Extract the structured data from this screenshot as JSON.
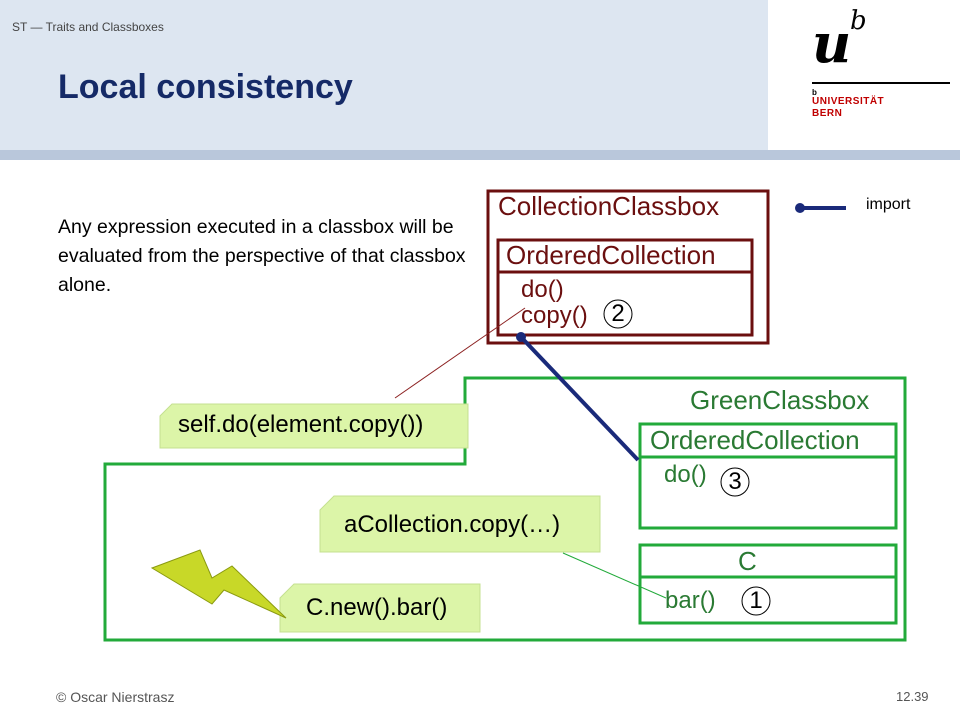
{
  "header": {
    "course": "ST — Traits and Classboxes",
    "title": "Local consistency"
  },
  "logo": {
    "letter": "u",
    "superscript": "b",
    "small_b": "b",
    "line1": "UNIVERSITÄT",
    "line2": "BERN"
  },
  "body": {
    "text": "Any expression executed in a classbox will be evaluated from the perspective of that classbox alone."
  },
  "legend": {
    "import_label": "import"
  },
  "diagram": {
    "collection_classbox": {
      "title": "CollectionClassbox",
      "class_name": "OrderedCollection",
      "method1": "do()",
      "method2": "copy()",
      "number": "2"
    },
    "green_classbox": {
      "title": "GreenClassbox",
      "class1": {
        "name": "OrderedCollection",
        "method": "do()",
        "number": "3"
      },
      "class2": {
        "name": "C",
        "method": "bar()",
        "number": "1"
      }
    },
    "notes": {
      "note1": "self.do(element.copy())",
      "note2": "aCollection.copy(…)",
      "note3": "C.new().bar()"
    }
  },
  "footer": {
    "copyright": "© Oscar Nierstrasz",
    "page": "12.39"
  },
  "colors": {
    "brown": "#6b0f0f",
    "green": "#22aa3a",
    "note_fill": "#dcf5a8",
    "import_line": "#1a2a7a",
    "title": "#152a67",
    "lightning": "#c8d828"
  }
}
